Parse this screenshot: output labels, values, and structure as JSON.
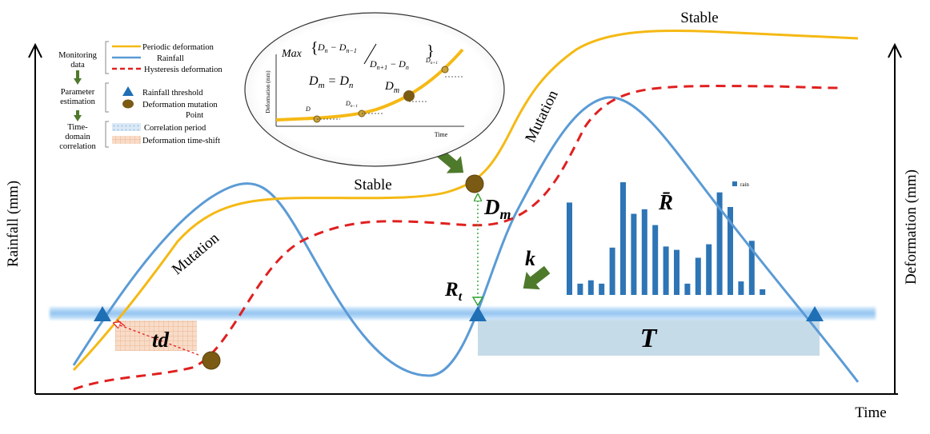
{
  "axes": {
    "x_label": "Time",
    "y_left_label": "Rainfall (mm)",
    "y_right_label": "Deformation (mm)"
  },
  "legend": {
    "groups": [
      {
        "title": "Monitoring data",
        "title_lines": [
          "Monitoring",
          "data"
        ]
      },
      {
        "title": "Parameter estimation",
        "title_lines": [
          "Parameter",
          "estimation"
        ]
      },
      {
        "title": "Time-domain correlation",
        "title_lines": [
          "Time-",
          "domain",
          "correlation"
        ]
      }
    ],
    "items": {
      "periodic": "Periodic deformation",
      "rainfall": "Rainfall",
      "hysteresis": "Hysteresis deformation",
      "threshold": "Rainfall threshold",
      "mutation_point_line1": "Deformation mutation",
      "mutation_point_line2": "Point",
      "correlation_period": "Correlation period",
      "time_shift": "Deformation time-shift"
    }
  },
  "inset": {
    "formula_max": "Max",
    "formula_dm": "D",
    "formula_dm_sub": "m",
    "formula_eq": "= D",
    "formula_eq_sub": "n",
    "y_label": "Deformation (mm)",
    "x_label": "Time",
    "points": [
      "D",
      "D",
      "D",
      "D"
    ],
    "point_subs": [
      "",
      "n−1",
      "m",
      "n+1"
    ]
  },
  "annotations": {
    "stable_top": "Stable",
    "stable_mid": "Stable",
    "mutation_left": "Mutation",
    "mutation_right": "Mutation",
    "dm": "D",
    "dm_sub": "m",
    "rt": "R",
    "rt_sub": "t",
    "k": "k",
    "td": "td",
    "T": "T",
    "rbar": "R̄",
    "rain_legend": "rain"
  },
  "rain_bars": {
    "values": [
      0.82,
      0.1,
      0.13,
      0.1,
      0.42,
      1.0,
      0.72,
      0.76,
      0.62,
      0.43,
      0.4,
      0.1,
      0.33,
      0.45,
      0.91,
      0.78,
      0.12,
      0.48,
      0.05
    ]
  },
  "colors": {
    "periodic": "#f5b914",
    "rainfall": "#5b9bd5",
    "hysteresis": "#e02020",
    "marker_brown": "#7b5a13",
    "triangle_blue": "#1f6fb5",
    "arrow_green": "#4e7a2c",
    "bar_blue": "#2e75b6",
    "period_fill": "#c5d9e6",
    "band": "#a9cff3",
    "shift_fill": "#f6d3bf"
  }
}
